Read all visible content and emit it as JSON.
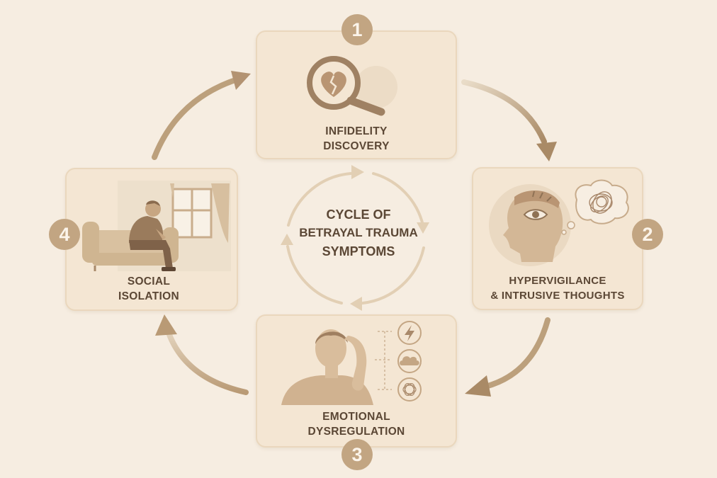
{
  "diagram": {
    "center_title": [
      "CYCLE OF",
      "BETRAYAL TRAUMA",
      "SYMPTOMS"
    ],
    "stages": [
      {
        "number": "1",
        "label": [
          "INFIDELITY",
          "DISCOVERY"
        ],
        "icon": "broken-heart-magnifier-icon"
      },
      {
        "number": "2",
        "label": [
          "HYPERVIGILANCE",
          "& INTRUSIVE THOUGHTS"
        ],
        "icon": "watchful-eye-head-icon"
      },
      {
        "number": "3",
        "label": [
          "EMOTIONAL",
          "DYSREGULATION"
        ],
        "icon": "distressed-person-icon"
      },
      {
        "number": "4",
        "label": [
          "SOCIAL",
          "ISOLATION"
        ],
        "icon": "person-alone-on-couch-icon"
      }
    ],
    "side_icons": [
      "lightning-icon",
      "cloud-icon",
      "tangled-thoughts-icon"
    ]
  },
  "colors": {
    "background": "#f6ede1",
    "card": "#f4e6d3",
    "card_border": "#ead7bd",
    "accent": "#c2a582",
    "arrow": "#b99a75",
    "text": "#5b4735"
  }
}
